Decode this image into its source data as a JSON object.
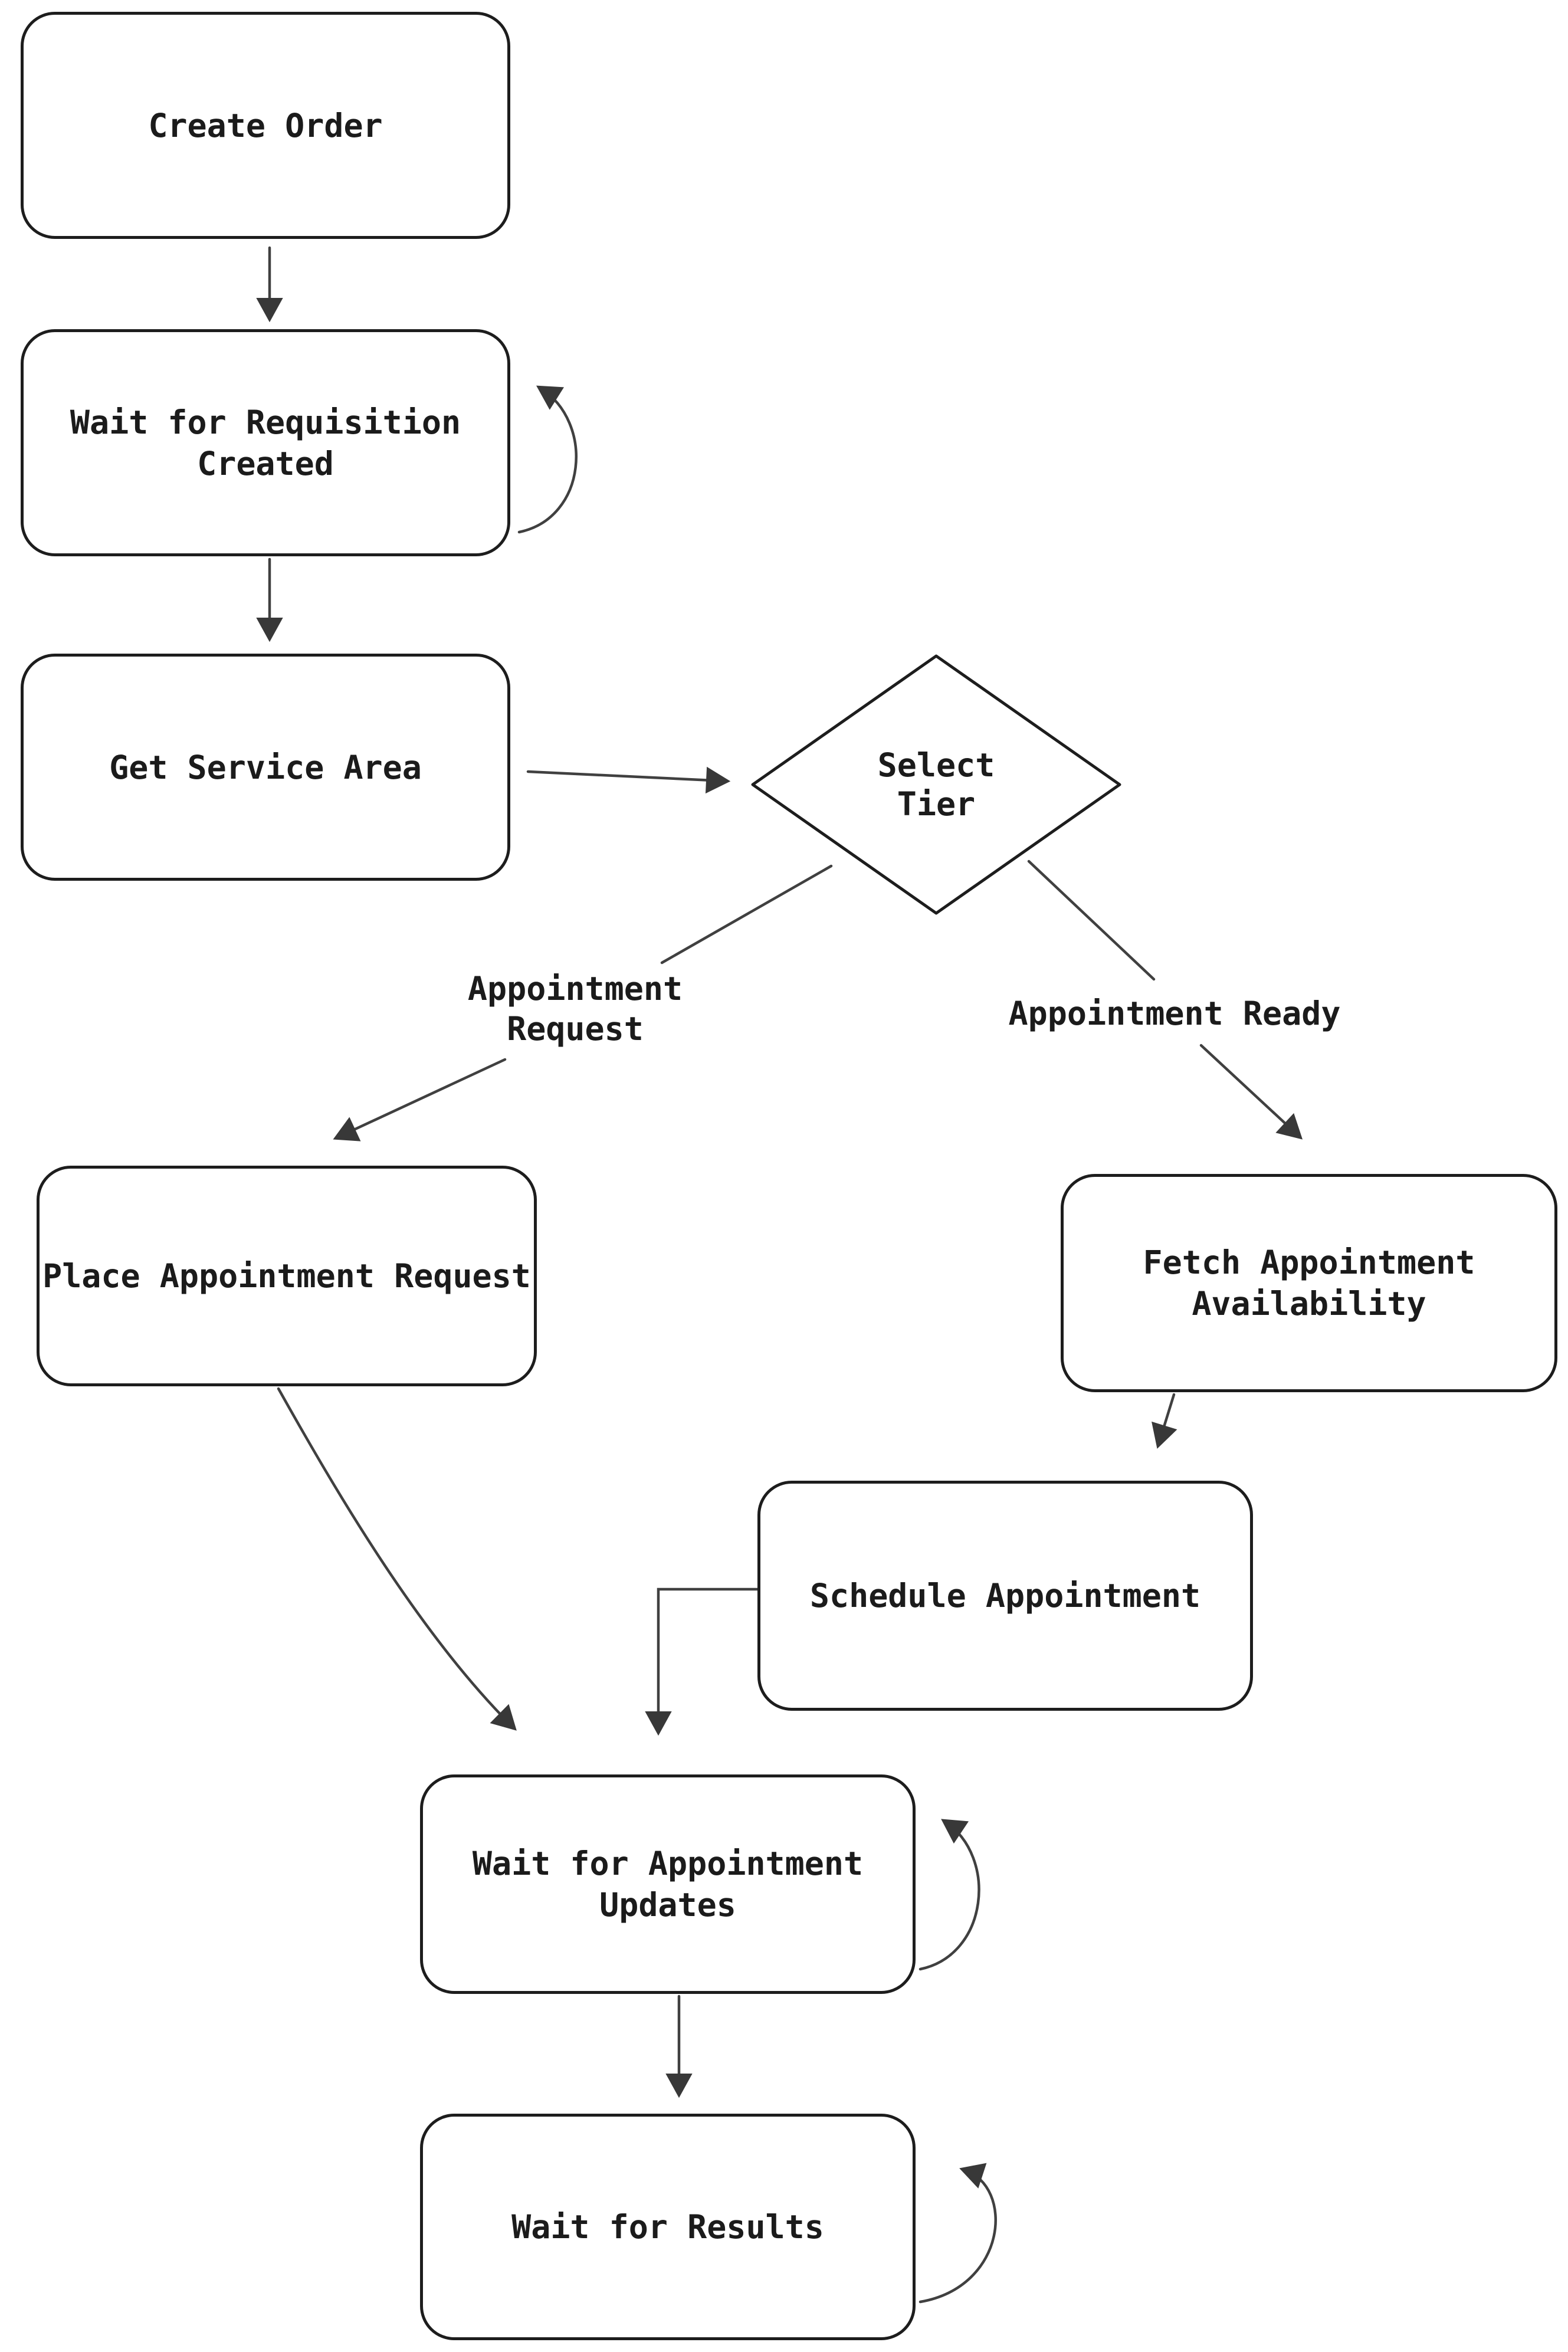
{
  "diagram": {
    "kind": "flowchart",
    "colors": {
      "background": "#ffffff",
      "node_fill": "#ffffff",
      "node_border": "#1d1d1d",
      "edge_stroke": "#404040",
      "text": "#1b1b1b"
    }
  },
  "nodes": {
    "create_order": {
      "line1": "Create Order"
    },
    "wait_requisition": {
      "line1": "Wait for Requisition",
      "line2": "Created"
    },
    "get_service_area": {
      "line1": "Get Service Area"
    },
    "select_tier": {
      "line1": "Select",
      "line2": "Tier"
    },
    "place_appointment_request": {
      "line1": "Place Appointment Request"
    },
    "fetch_appointment_availability": {
      "line1": "Fetch Appointment",
      "line2": "Availability"
    },
    "schedule_appointment": {
      "line1": "Schedule Appointment"
    },
    "wait_appointment_updates": {
      "line1": "Wait for Appointment",
      "line2": "Updates"
    },
    "wait_results": {
      "line1": "Wait for Results"
    }
  },
  "edge_labels": {
    "appointment_request": {
      "line1": "Appointment",
      "line2": "Request"
    },
    "appointment_ready": {
      "line1": "Appointment Ready"
    }
  },
  "edges": [
    {
      "from": "Create Order",
      "to": "Wait for Requisition Created"
    },
    {
      "from": "Wait for Requisition Created",
      "to": "Wait for Requisition Created",
      "type": "self-loop"
    },
    {
      "from": "Wait for Requisition Created",
      "to": "Get Service Area"
    },
    {
      "from": "Get Service Area",
      "to": "Select Tier"
    },
    {
      "from": "Select Tier",
      "to": "Place Appointment Request",
      "label": "Appointment Request"
    },
    {
      "from": "Select Tier",
      "to": "Fetch Appointment Availability",
      "label": "Appointment Ready"
    },
    {
      "from": "Fetch Appointment Availability",
      "to": "Schedule Appointment"
    },
    {
      "from": "Place Appointment Request",
      "to": "Wait for Appointment Updates"
    },
    {
      "from": "Schedule Appointment",
      "to": "Wait for Appointment Updates"
    },
    {
      "from": "Wait for Appointment Updates",
      "to": "Wait for Appointment Updates",
      "type": "self-loop"
    },
    {
      "from": "Wait for Appointment Updates",
      "to": "Wait for Results"
    },
    {
      "from": "Wait for Results",
      "to": "Wait for Results",
      "type": "self-loop"
    }
  ]
}
